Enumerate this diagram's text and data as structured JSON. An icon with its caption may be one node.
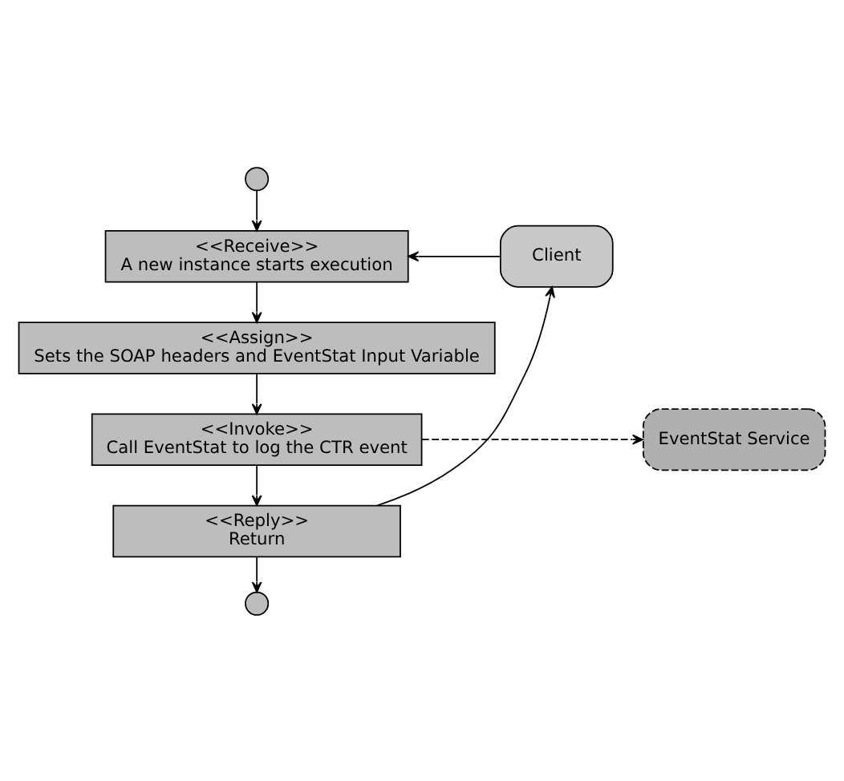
{
  "diagram": {
    "nodes": [
      {
        "text": [],
        "shape": "circle"
      },
      {
        "text": [
          "Client"
        ]
      },
      {
        "text": [
          "<<Receive>>",
          "A new instance starts execution"
        ]
      },
      {
        "text": [
          "<<Assign>>",
          "Sets the SOAP headers and EventStat Input Variable"
        ]
      },
      {
        "text": [
          "EventStat Service"
        ]
      },
      {
        "text": [
          "<<Invoke>>",
          "Call EventStat to log the CTR event"
        ]
      },
      {
        "text": [
          "<<Reply>>",
          "Return"
        ]
      },
      {
        "text": [],
        "shape": "circle"
      }
    ],
    "edges": [
      {
        "from": 0,
        "to": 2,
        "arrow": "to"
      },
      {
        "from": 1,
        "to": 2,
        "arrow": "to"
      },
      {
        "from": 2,
        "to": 3,
        "arrow": "to"
      },
      {
        "from": 3,
        "to": 5,
        "arrow": "to"
      },
      {
        "from": 5,
        "to": 4,
        "arrow": "to",
        "style": "dashed"
      },
      {
        "from": 5,
        "to": 6,
        "arrow": "to"
      },
      {
        "from": 6,
        "to": 1,
        "arrow": "to"
      },
      {
        "from": 6,
        "to": 7,
        "arrow": "to"
      }
    ]
  }
}
